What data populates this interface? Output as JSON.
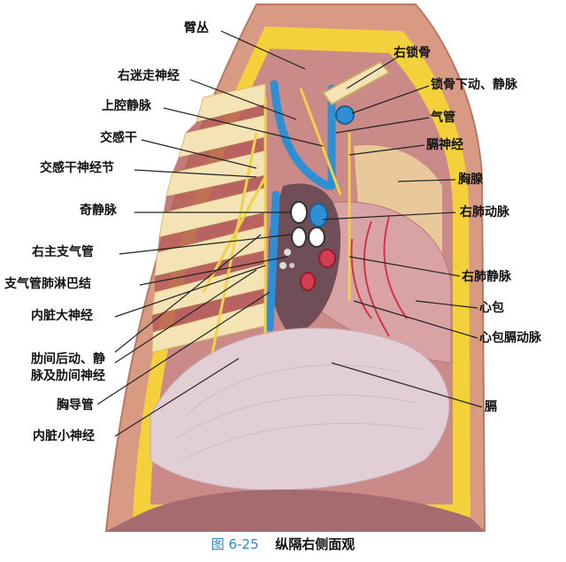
{
  "labels_left": [
    {
      "id": "brachial-plexus",
      "text": "臂丛"
    },
    {
      "id": "right-vagus",
      "text": "右迷走神经"
    },
    {
      "id": "svc",
      "text": "上腔静脉"
    },
    {
      "id": "sympathetic-trunk",
      "text": "交感干"
    },
    {
      "id": "sympathetic-ganglion",
      "text": "交感干神经节"
    },
    {
      "id": "azygos",
      "text": "奇静脉"
    },
    {
      "id": "right-main-bronchus",
      "text": "右主支气管"
    },
    {
      "id": "bronchopulmonary-ln",
      "text": "支气管肺淋巴结"
    },
    {
      "id": "greater-splanchnic",
      "text": "内脏大神经"
    },
    {
      "id": "intercostal-line1",
      "text": "肋间后动、静"
    },
    {
      "id": "intercostal-line2",
      "text": "脉及肋间神经"
    },
    {
      "id": "thoracic-duct",
      "text": "胸导管"
    },
    {
      "id": "lesser-splanchnic",
      "text": "内脏小神经"
    }
  ],
  "labels_right": [
    {
      "id": "right-clavicle",
      "text": "右锁骨"
    },
    {
      "id": "subclavian",
      "text": "锁骨下动、静脉"
    },
    {
      "id": "trachea",
      "text": "气管"
    },
    {
      "id": "phrenic",
      "text": "膈神经"
    },
    {
      "id": "thymus",
      "text": "胸腺"
    },
    {
      "id": "right-pulm-artery",
      "text": "右肺动脉"
    },
    {
      "id": "right-pulm-vein",
      "text": "右肺静脉"
    },
    {
      "id": "pericardium",
      "text": "心包"
    },
    {
      "id": "pericardiophrenic",
      "text": "心包膈动脉"
    },
    {
      "id": "diaphragm",
      "text": "膈"
    }
  ],
  "caption": {
    "figure": "图 6-25",
    "title": "纵隔右侧面观"
  },
  "colors": {
    "fat": "#f2d13a",
    "muscle": "#a8606a",
    "vein": "#2f8fd4",
    "nerve": "#f0d24a",
    "diaphragm": "#e2cfd6",
    "thymus": "#e9c99a"
  }
}
